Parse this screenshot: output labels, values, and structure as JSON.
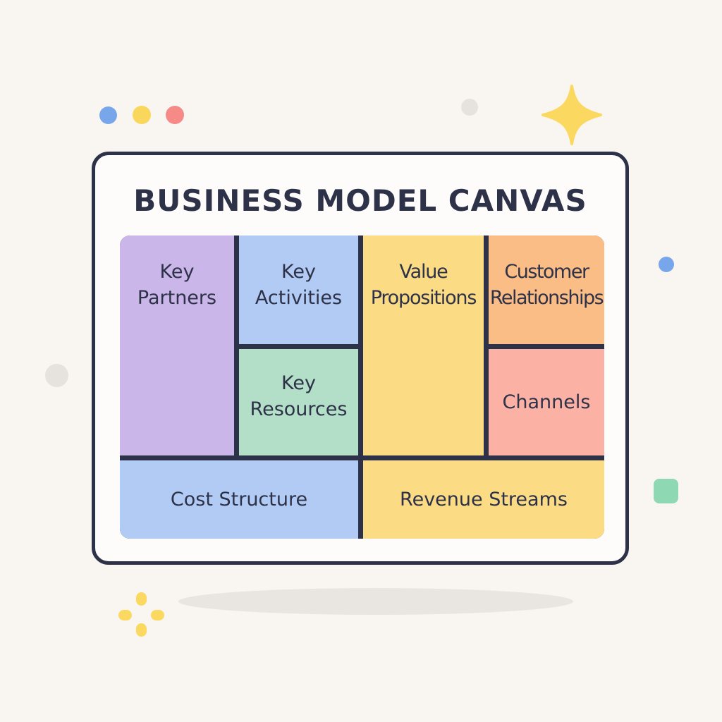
{
  "title": "BUSINESS MODEL CANVAS",
  "blocks": {
    "key_partners": {
      "line1": "Key",
      "line2": "Partners",
      "color": "#cbb6ea"
    },
    "key_activities": {
      "line1": "Key",
      "line2": "Activities",
      "color": "#b1cbf4"
    },
    "key_resources": {
      "line1": "Key",
      "line2": "Resources",
      "color": "#b3dfc8"
    },
    "value_propositions": {
      "line1": "Value",
      "line2": "Propositions",
      "color": "#fbdc85"
    },
    "customer_relationships": {
      "line1": "Customer",
      "line2": "Relationships",
      "color": "#fbbd86"
    },
    "channels": {
      "line1": "Channels",
      "color": "#fbb2a5"
    },
    "cost_structure": {
      "line1": "Cost Structure",
      "color": "#b1cbf4"
    },
    "revenue_streams": {
      "line1": "Revenue Streams",
      "color": "#fbdc85"
    }
  },
  "decor": {
    "window_dots": [
      "#78a6ea",
      "#f9d65c",
      "#f58a86"
    ],
    "sparkle_color": "#fbd85f",
    "accent_green": "#8ed8b4",
    "outline": "#2e3248"
  }
}
